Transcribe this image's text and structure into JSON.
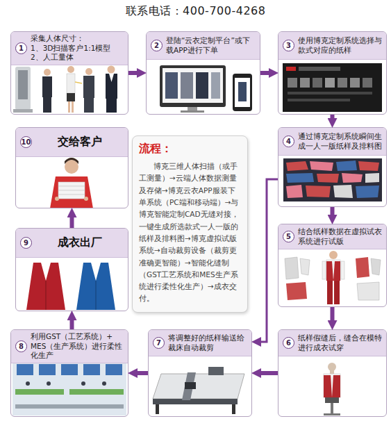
{
  "diagram": {
    "title": "联系电话：400-700-4268",
    "nodes": [
      {
        "text": [
          "1",
          "采集人体尺寸：",
          "1、3D扫描客户1:1模型",
          "2、人工量体"
        ]
      },
      {
        "text": [
          "2",
          "登陆“云衣定制平台”或下载APP进行下单"
        ]
      },
      {
        "text": [
          "3",
          "使用博克定制系统选择与款式对应的纸样"
        ]
      },
      {
        "text": [
          "4",
          "通过博克定制系统瞬间生成一人一版纸样及排料图"
        ]
      },
      {
        "text": [
          "5",
          "结合纸样数据在虚拟试衣系统进行试版"
        ]
      },
      {
        "text": [
          "6",
          "纸样假缝后，缝合在模特进行成衣试穿"
        ]
      },
      {
        "text": [
          "7",
          "将调整好的纸样输送给裁床自动裁剪"
        ]
      },
      {
        "text": [
          "8",
          "利用GST（工艺系统）+ MES（生产系统）进行柔性化生产"
        ]
      },
      {
        "text": [
          "9",
          "成衣出厂"
        ]
      },
      {
        "text": [
          "10",
          "交给客户"
        ]
      },
      {
        "text": [
          "流程：",
          "博克三维人体扫描（或手工测量）→云端人体数据测量及存储→博克云衣APP服装下单系统（PC端和移动端）→与博克智能定制CAD无缝对接，一键生成所选款式一人一版的纸样及排料图→博克虚拟试版系统→自动裁剪设备（裁剪更准确更智能）→智能化缝制（GST工艺系统和MES生产系统进行柔性化生产）→成衣交付。"
        ]
      }
    ],
    "edges": [
      {
        "from": 0,
        "to": 1,
        "arrow": "to"
      },
      {
        "from": 1,
        "to": 2,
        "arrow": "to"
      },
      {
        "from": 2,
        "to": 3,
        "arrow": "to"
      },
      {
        "from": 3,
        "to": 4,
        "arrow": "to"
      },
      {
        "from": 4,
        "to": 5,
        "arrow": "to"
      },
      {
        "from": 5,
        "to": 6,
        "arrow": "to"
      },
      {
        "from": 6,
        "to": 7,
        "arrow": "to"
      },
      {
        "from": 7,
        "to": 8,
        "arrow": "to"
      },
      {
        "from": 8,
        "to": 9,
        "arrow": "to"
      },
      {
        "from": 3,
        "to": 6,
        "arrow": "to"
      }
    ]
  }
}
